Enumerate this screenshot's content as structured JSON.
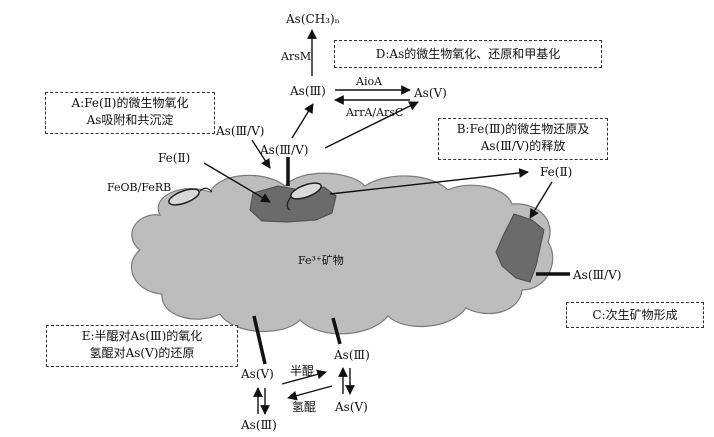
{
  "boxes": {
    "A": {
      "line1": "A:Fe(Ⅱ)的微生物氧化",
      "line2": "As吸附和共沉淀"
    },
    "B": {
      "line1": "B:Fe(Ⅲ)的微生物还原及",
      "line2": "As(Ⅲ/Ⅴ)的释放"
    },
    "C": {
      "line1": "C:次生矿物形成"
    },
    "D": {
      "line1": "D:As的微生物氧化、还原和甲基化"
    },
    "E": {
      "line1": "E:半醌对As(Ⅲ)的氧化",
      "line2": "氢醌对As(Ⅴ)的还原"
    }
  },
  "labels": {
    "as_ch3": "As(CH₃)ₙ",
    "arsm": "ArsM",
    "as3_top": "As(Ⅲ)",
    "aioa": "AioA",
    "as5_top": "As(Ⅴ)",
    "arra_arsc": "ArrA/ArsC",
    "as35_left": "As(Ⅲ/Ⅴ)",
    "as35_mid": "As(Ⅲ/Ⅴ)",
    "fe2_left": "Fe(Ⅱ)",
    "fe2_right": "Fe(Ⅱ)",
    "feob_ferb": "FeOB/FeRB",
    "fe3_mineral": "Fe³⁺矿物",
    "as35_right": "As(Ⅲ/Ⅴ)",
    "as5_bottom_left": "As(Ⅴ)",
    "as3_bottom_left": "As(Ⅲ)",
    "as3_bottom_right": "As(Ⅲ)",
    "as5_bottom_right": "As(Ⅴ)",
    "semiquinone": "半醌",
    "hydroquinone": "氢醌"
  }
}
